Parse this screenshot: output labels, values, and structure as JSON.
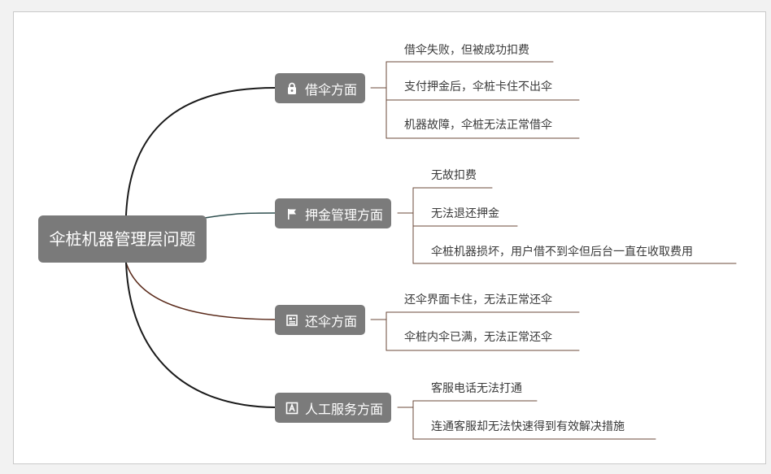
{
  "root": {
    "label": "伞桩机器管理层问题"
  },
  "branches": [
    {
      "label": "借伞方面",
      "icon": "lock-icon",
      "leaves": [
        "借伞失败，但被成功扣费",
        "支付押金后，伞桩卡住不出伞",
        "机器故障，伞桩无法正常借伞"
      ]
    },
    {
      "label": "押金管理方面",
      "icon": "flag-icon",
      "leaves": [
        "无故扣费",
        "无法退还押金",
        "伞桩机器损坏，用户借不到伞但后台一直在收取费用"
      ]
    },
    {
      "label": "还伞方面",
      "icon": "document-icon",
      "leaves": [
        "还伞界面卡住，无法正常还伞",
        "伞桩内伞已满，无法正常还伞"
      ]
    },
    {
      "label": "人工服务方面",
      "icon": "letter-a-icon",
      "leaves": [
        "客服电话无法打通",
        "连通客服却无法快速得到有效解决措施"
      ]
    }
  ],
  "colors": {
    "node_fill": "#7b7b7b",
    "main_line": "#1a1a1a",
    "branch2_line": "#2f4f4f",
    "branch3_line": "#5a2a1a",
    "leaf_line": "#6b4a3a"
  }
}
